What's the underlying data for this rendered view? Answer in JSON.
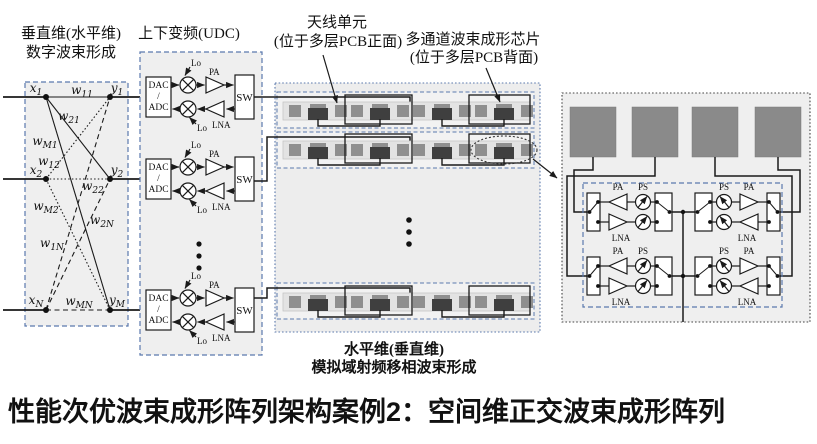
{
  "titles": {
    "digital_bf_line1": "垂直维(水平维)",
    "digital_bf_line2": "数字波束形成",
    "udc": "上下变频(UDC)",
    "antenna_line1": "天线单元",
    "antenna_line2": "(位于多层PCB正面)",
    "chip_line1": "多通道波束成形芯片",
    "chip_line2": "(位于多层PCB背面)",
    "analog_line1": "水平维(垂直维)",
    "analog_line2": "模拟域射频移相波束形成",
    "caption": "性能次优波束成形阵列架构案例2：空间维正交波束成形阵列"
  },
  "network": {
    "inputs": [
      {
        "base": "x",
        "sub": "1"
      },
      {
        "base": "x",
        "sub": "2"
      },
      {
        "base": "x",
        "sub": "N"
      }
    ],
    "outputs": [
      {
        "base": "y",
        "sub": "1"
      },
      {
        "base": "y",
        "sub": "2"
      },
      {
        "base": "y",
        "sub": "M"
      }
    ],
    "weights": [
      {
        "base": "w",
        "sub": "11"
      },
      {
        "base": "w",
        "sub": "21"
      },
      {
        "base": "w",
        "sub": "M1"
      },
      {
        "base": "w",
        "sub": "12"
      },
      {
        "base": "w",
        "sub": "22"
      },
      {
        "base": "w",
        "sub": "M2"
      },
      {
        "base": "w",
        "sub": "1N"
      },
      {
        "base": "w",
        "sub": "2N"
      },
      {
        "base": "w",
        "sub": "MN"
      }
    ]
  },
  "udc": {
    "dac": "DAC",
    "slash": "/",
    "adc": "ADC",
    "lo": "Lo",
    "pa": "PA",
    "lna": "LNA",
    "sw": "SW"
  },
  "chip": {
    "pa": "PA",
    "ps": "PS",
    "lna": "LNA"
  },
  "colors": {
    "line": "#1a1a1a",
    "dashed_blue": "#5b79ad",
    "panel_fill": "#efefef",
    "antenna_gray": "#8a8a8a",
    "chip_dark": "#3f3f3f",
    "text": "#000000"
  }
}
